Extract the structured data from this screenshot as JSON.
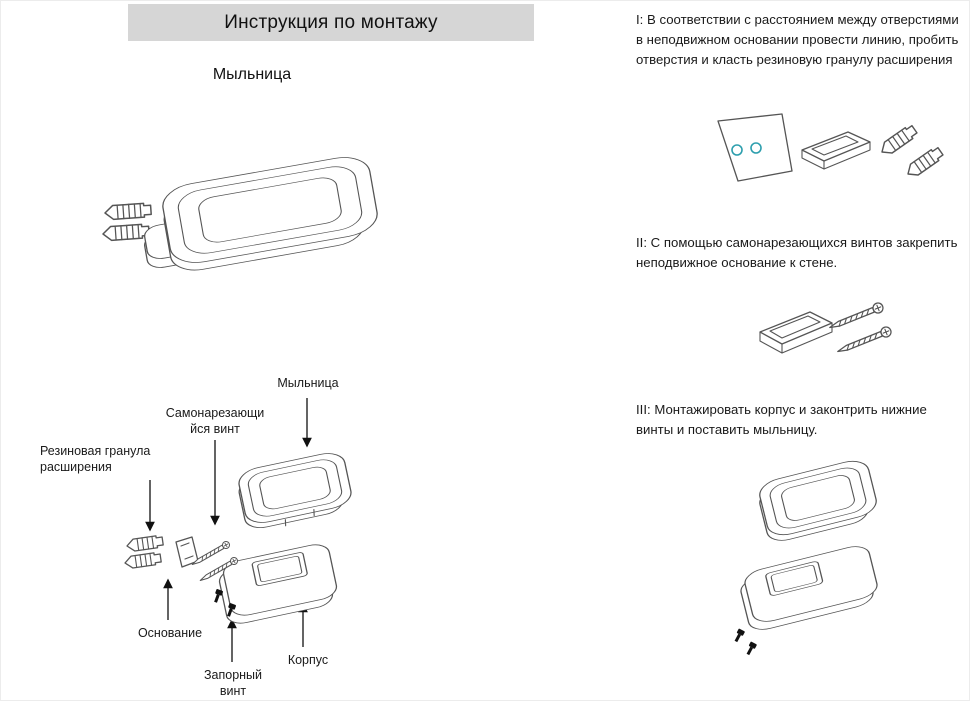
{
  "colors": {
    "header_bg": "#d6d6d6",
    "line": "#555555",
    "hole_accent": "#2e9fae",
    "text": "#1a1a1a"
  },
  "header": {
    "title": "Инструкция по монтажу"
  },
  "product": {
    "name": "Мыльница"
  },
  "exploded": {
    "labels": {
      "soap_dish": "Мыльница",
      "self_tapping_screw": "Самонарезающи\nйся винт",
      "rubber_expansion_plug": "Резиновая гранула\nрасширения",
      "base": "Основание",
      "locking_screw": "Запорный\nвинт",
      "body": "Корпус"
    }
  },
  "steps": [
    {
      "id": "I",
      "text": "I: В соответствии с расстоянием между отверстиями в неподвижном основании провести линию, пробить отверстия и класть резиновую гранулу расширения"
    },
    {
      "id": "II",
      "text": "II: С помощью самонарезающихся винтов закрепить неподвижное основание к стене."
    },
    {
      "id": "III",
      "text": "III: Монтажировать корпус и законтрить нижние винты и поставить мыльницу."
    }
  ]
}
